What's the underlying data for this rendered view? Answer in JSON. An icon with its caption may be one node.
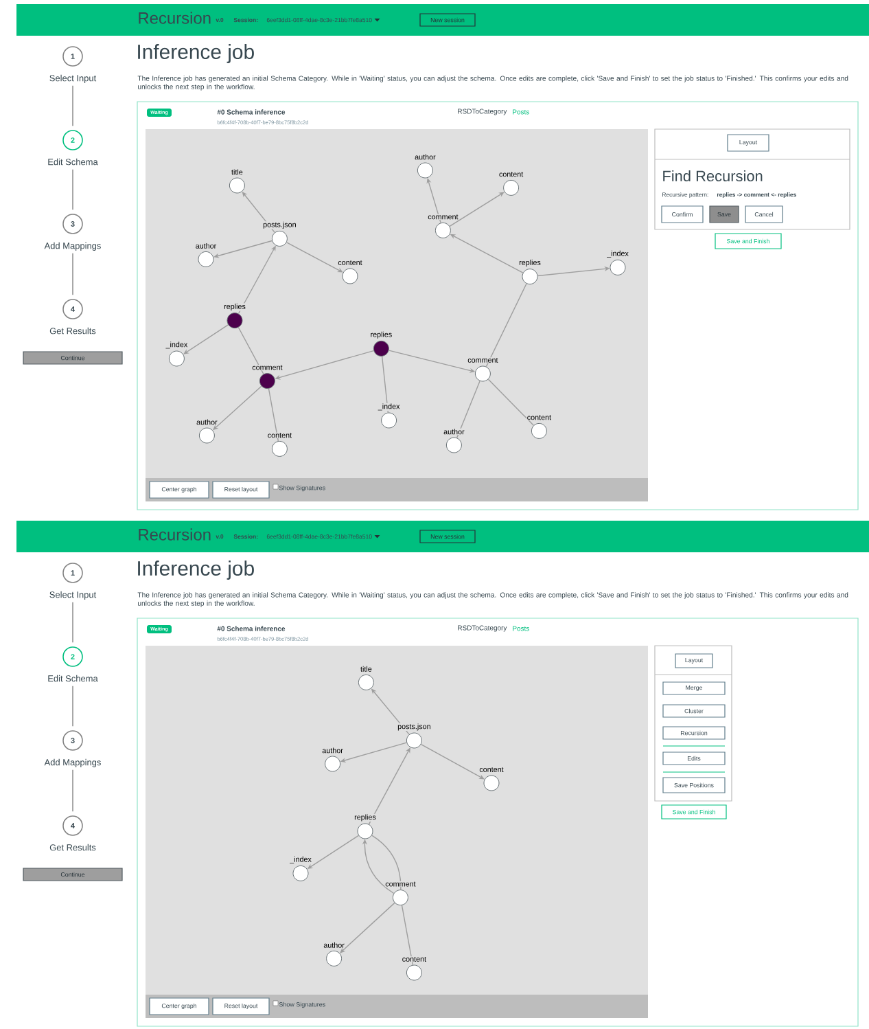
{
  "diagram": {
    "nodes": [
      {
        "text": [
          "New session"
        ]
      },
      {
        "text": [
          "1",
          "Select Input"
        ]
      },
      {
        "text": [
          "2",
          "Edit Schema"
        ]
      },
      {
        "text": [
          "3",
          "Add Mappings"
        ]
      },
      {
        "text": [
          "4",
          "Get Results"
        ]
      },
      {
        "text": [
          "Continue"
        ]
      },
      {
        "text": [
          "Waiting"
        ]
      },
      {
        "text": [
          "Center graph"
        ]
      },
      {
        "text": [
          "Reset layout"
        ]
      },
      {
        "text": [
          "Layout"
        ]
      },
      {
        "text": [
          "Confirm"
        ]
      },
      {
        "text": [
          "Save"
        ]
      },
      {
        "text": [
          "Cancel"
        ]
      },
      {
        "text": [
          "Save and Finish"
        ]
      },
      {
        "text": [
          "title"
        ]
      },
      {
        "text": [
          "posts.json"
        ]
      },
      {
        "text": [
          "author"
        ]
      },
      {
        "text": [
          "content"
        ]
      },
      {
        "text": [
          "replies"
        ]
      },
      {
        "text": [
          "_index"
        ]
      },
      {
        "text": [
          "comment"
        ]
      },
      {
        "text": [
          "author"
        ]
      },
      {
        "text": [
          "content"
        ]
      },
      {
        "text": [
          "replies"
        ]
      },
      {
        "text": [
          "_index"
        ]
      },
      {
        "text": [
          "comment"
        ]
      },
      {
        "text": [
          "author"
        ]
      },
      {
        "text": [
          "content"
        ]
      },
      {
        "text": [
          "replies"
        ]
      },
      {
        "text": [
          "_index"
        ]
      },
      {
        "text": [
          "comment"
        ]
      },
      {
        "text": [
          "author"
        ]
      },
      {
        "text": [
          "content"
        ]
      },
      {
        "text": [
          "New session"
        ]
      },
      {
        "text": [
          "1",
          "Select Input"
        ]
      },
      {
        "text": [
          "2",
          "Edit Schema"
        ]
      },
      {
        "text": [
          "3",
          "Add Mappings"
        ]
      },
      {
        "text": [
          "4",
          "Get Results"
        ]
      },
      {
        "text": [
          "Continue"
        ]
      },
      {
        "text": [
          "Waiting"
        ]
      },
      {
        "text": [
          "Center graph"
        ]
      },
      {
        "text": [
          "Reset layout"
        ]
      },
      {
        "text": [
          "Layout"
        ]
      },
      {
        "text": [
          "Merge"
        ]
      },
      {
        "text": [
          "Cluster"
        ]
      },
      {
        "text": [
          "Recursion"
        ]
      },
      {
        "text": [
          "Edits"
        ]
      },
      {
        "text": [
          "Save Positions"
        ]
      },
      {
        "text": [
          "Save and Finish"
        ]
      },
      {
        "text": [
          "title"
        ]
      },
      {
        "text": [
          "posts.json"
        ]
      },
      {
        "text": [
          "author"
        ]
      },
      {
        "text": [
          "content"
        ]
      },
      {
        "text": [
          "replies"
        ]
      },
      {
        "text": [
          "_index"
        ]
      },
      {
        "text": [
          "comment"
        ]
      },
      {
        "text": [
          "author"
        ]
      },
      {
        "text": [
          "content"
        ]
      }
    ],
    "edges": [
      {
        "from": 1,
        "to": 2,
        "arrow": "none"
      },
      {
        "from": 2,
        "to": 3,
        "arrow": "none"
      },
      {
        "from": 3,
        "to": 4,
        "arrow": "none"
      },
      {
        "from": 15,
        "to": 14,
        "arrow": "to"
      },
      {
        "from": 15,
        "to": 16,
        "arrow": "to"
      },
      {
        "from": 15,
        "to": 17,
        "arrow": "to"
      },
      {
        "from": 18,
        "to": 15,
        "arrow": "to"
      },
      {
        "from": 18,
        "to": 19,
        "arrow": "to"
      },
      {
        "from": 18,
        "to": 20,
        "arrow": "none"
      },
      {
        "from": 20,
        "to": 21,
        "arrow": "to"
      },
      {
        "from": 20,
        "to": 22,
        "arrow": "none"
      },
      {
        "from": 23,
        "to": 20,
        "arrow": "to"
      },
      {
        "from": 23,
        "to": 24,
        "arrow": "none"
      },
      {
        "from": 23,
        "to": 25,
        "arrow": "to"
      },
      {
        "from": 25,
        "to": 26,
        "arrow": "none"
      },
      {
        "from": 25,
        "to": 27,
        "arrow": "none"
      },
      {
        "from": 28,
        "to": 25,
        "arrow": "none"
      },
      {
        "from": 28,
        "to": 30,
        "arrow": "to"
      },
      {
        "from": 28,
        "to": 29,
        "arrow": "to"
      },
      {
        "from": 30,
        "to": 31,
        "arrow": "to"
      },
      {
        "from": 30,
        "to": 32,
        "arrow": "to"
      },
      {
        "from": 34,
        "to": 35,
        "arrow": "none"
      },
      {
        "from": 35,
        "to": 36,
        "arrow": "none"
      },
      {
        "from": 36,
        "to": 37,
        "arrow": "none"
      },
      {
        "from": 50,
        "to": 49,
        "arrow": "to"
      },
      {
        "from": 50,
        "to": 51,
        "arrow": "to"
      },
      {
        "from": 50,
        "to": 52,
        "arrow": "to"
      },
      {
        "from": 53,
        "to": 50,
        "arrow": "to"
      },
      {
        "from": 53,
        "to": 54,
        "arrow": "to"
      },
      {
        "from": 55,
        "to": 53,
        "arrow": "to"
      },
      {
        "from": 53,
        "to": 55,
        "arrow": "none"
      },
      {
        "from": 55,
        "to": 56,
        "arrow": "to"
      },
      {
        "from": 55,
        "to": 57,
        "arrow": "none"
      }
    ],
    "labels": [
      "Recursion",
      "v.0",
      "Session:",
      "6eef3dd1-08ff-4dae-8c3e-21bb7fe8a510",
      "Inference job",
      "The Inference job has generated an initial Schema Category. While in 'Waiting' status, you can adjust the schema. Once edits are complete, click 'Save and Finish' to set the job status to 'Finished.' This confirms your edits and unlocks the next step in the workflow.",
      "#0 Schema inference",
      "b6fc4f4f-708b-40f7-be79-8bc75f8b2c2d",
      "RSDToCategory",
      "Posts",
      "Show Signatures",
      "Find Recursion",
      "Recursive pattern:",
      "replies -> comment <- replies",
      "Recursion",
      "v.0",
      "Session:",
      "6eef3dd1-08ff-4dae-8c3e-21bb7fe8a510",
      "Inference job",
      "The Inference job has generated an initial Schema Category. While in 'Waiting' status, you can adjust the schema. Once edits are complete, click 'Save and Finish' to set the job status to 'Finished.' This confirms your edits and unlocks the next step in the workflow.",
      "#0 Schema inference",
      "b6fc4f4f-708b-40f7-be79-8bc75f8b2c2d",
      "RSDToCategory",
      "Posts",
      "Show Signatures"
    ]
  }
}
